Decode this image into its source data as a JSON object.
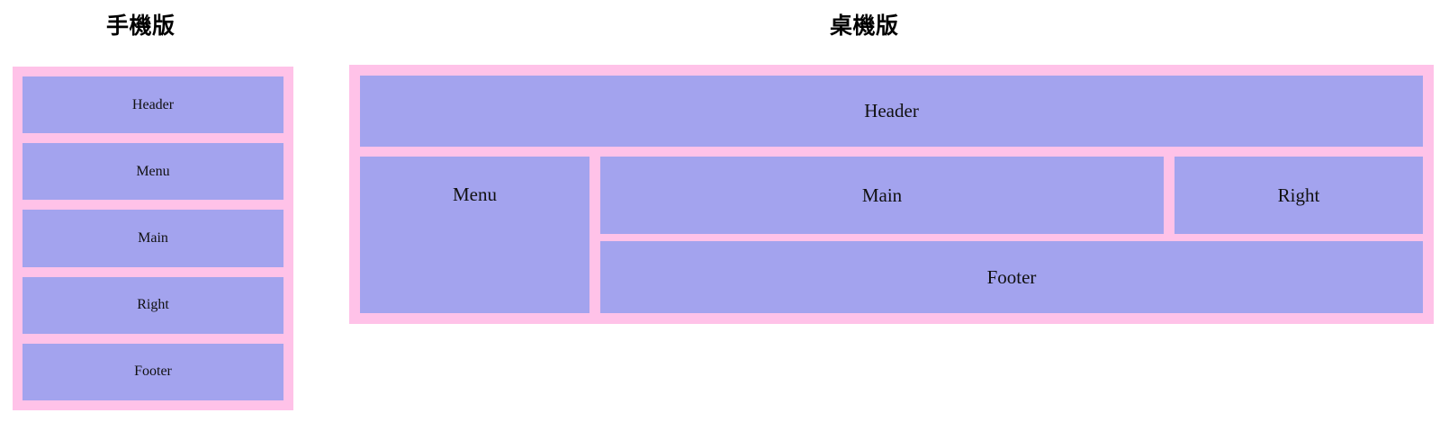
{
  "page": {
    "background_color": "#ffffff",
    "frame_color": "#ffc2e8",
    "block_color": "#a3a3ee",
    "text_color": "#111111"
  },
  "mobile": {
    "title": "手機版",
    "blocks": [
      {
        "label": "Header"
      },
      {
        "label": "Menu"
      },
      {
        "label": "Main"
      },
      {
        "label": "Right"
      },
      {
        "label": "Footer"
      }
    ]
  },
  "desktop": {
    "title": "桌機版",
    "blocks": {
      "header": "Header",
      "menu": "Menu",
      "main": "Main",
      "right": "Right",
      "footer": "Footer"
    }
  }
}
